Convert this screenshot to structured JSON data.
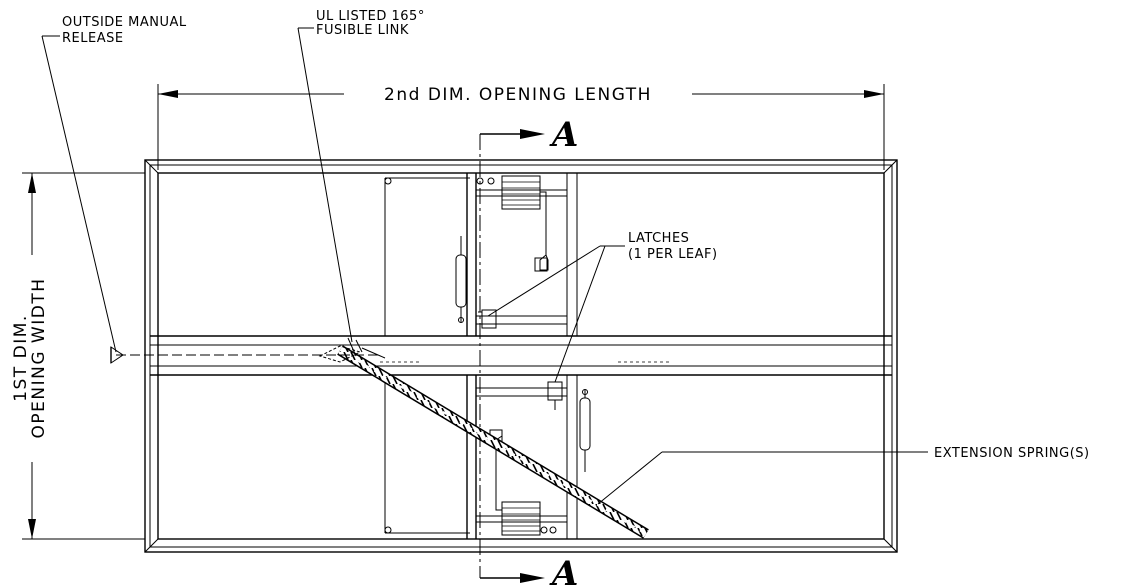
{
  "callouts": {
    "manual_release_line1": "OUTSIDE MANUAL",
    "manual_release_line2": "RELEASE",
    "fusible_link_line1": "UL LISTED 165°",
    "fusible_link_line2": "FUSIBLE LINK",
    "latches_line1": "LATCHES",
    "latches_line2": "(1 PER LEAF)",
    "extension_spring": "EXTENSION SPRING(S)"
  },
  "dimensions": {
    "second_dim": "2nd DIM. OPENING LENGTH",
    "first_dim_line1": "1ST DIM.",
    "first_dim_line2": "OPENING WIDTH"
  },
  "section": {
    "top_label": "A",
    "bottom_label": "A"
  }
}
